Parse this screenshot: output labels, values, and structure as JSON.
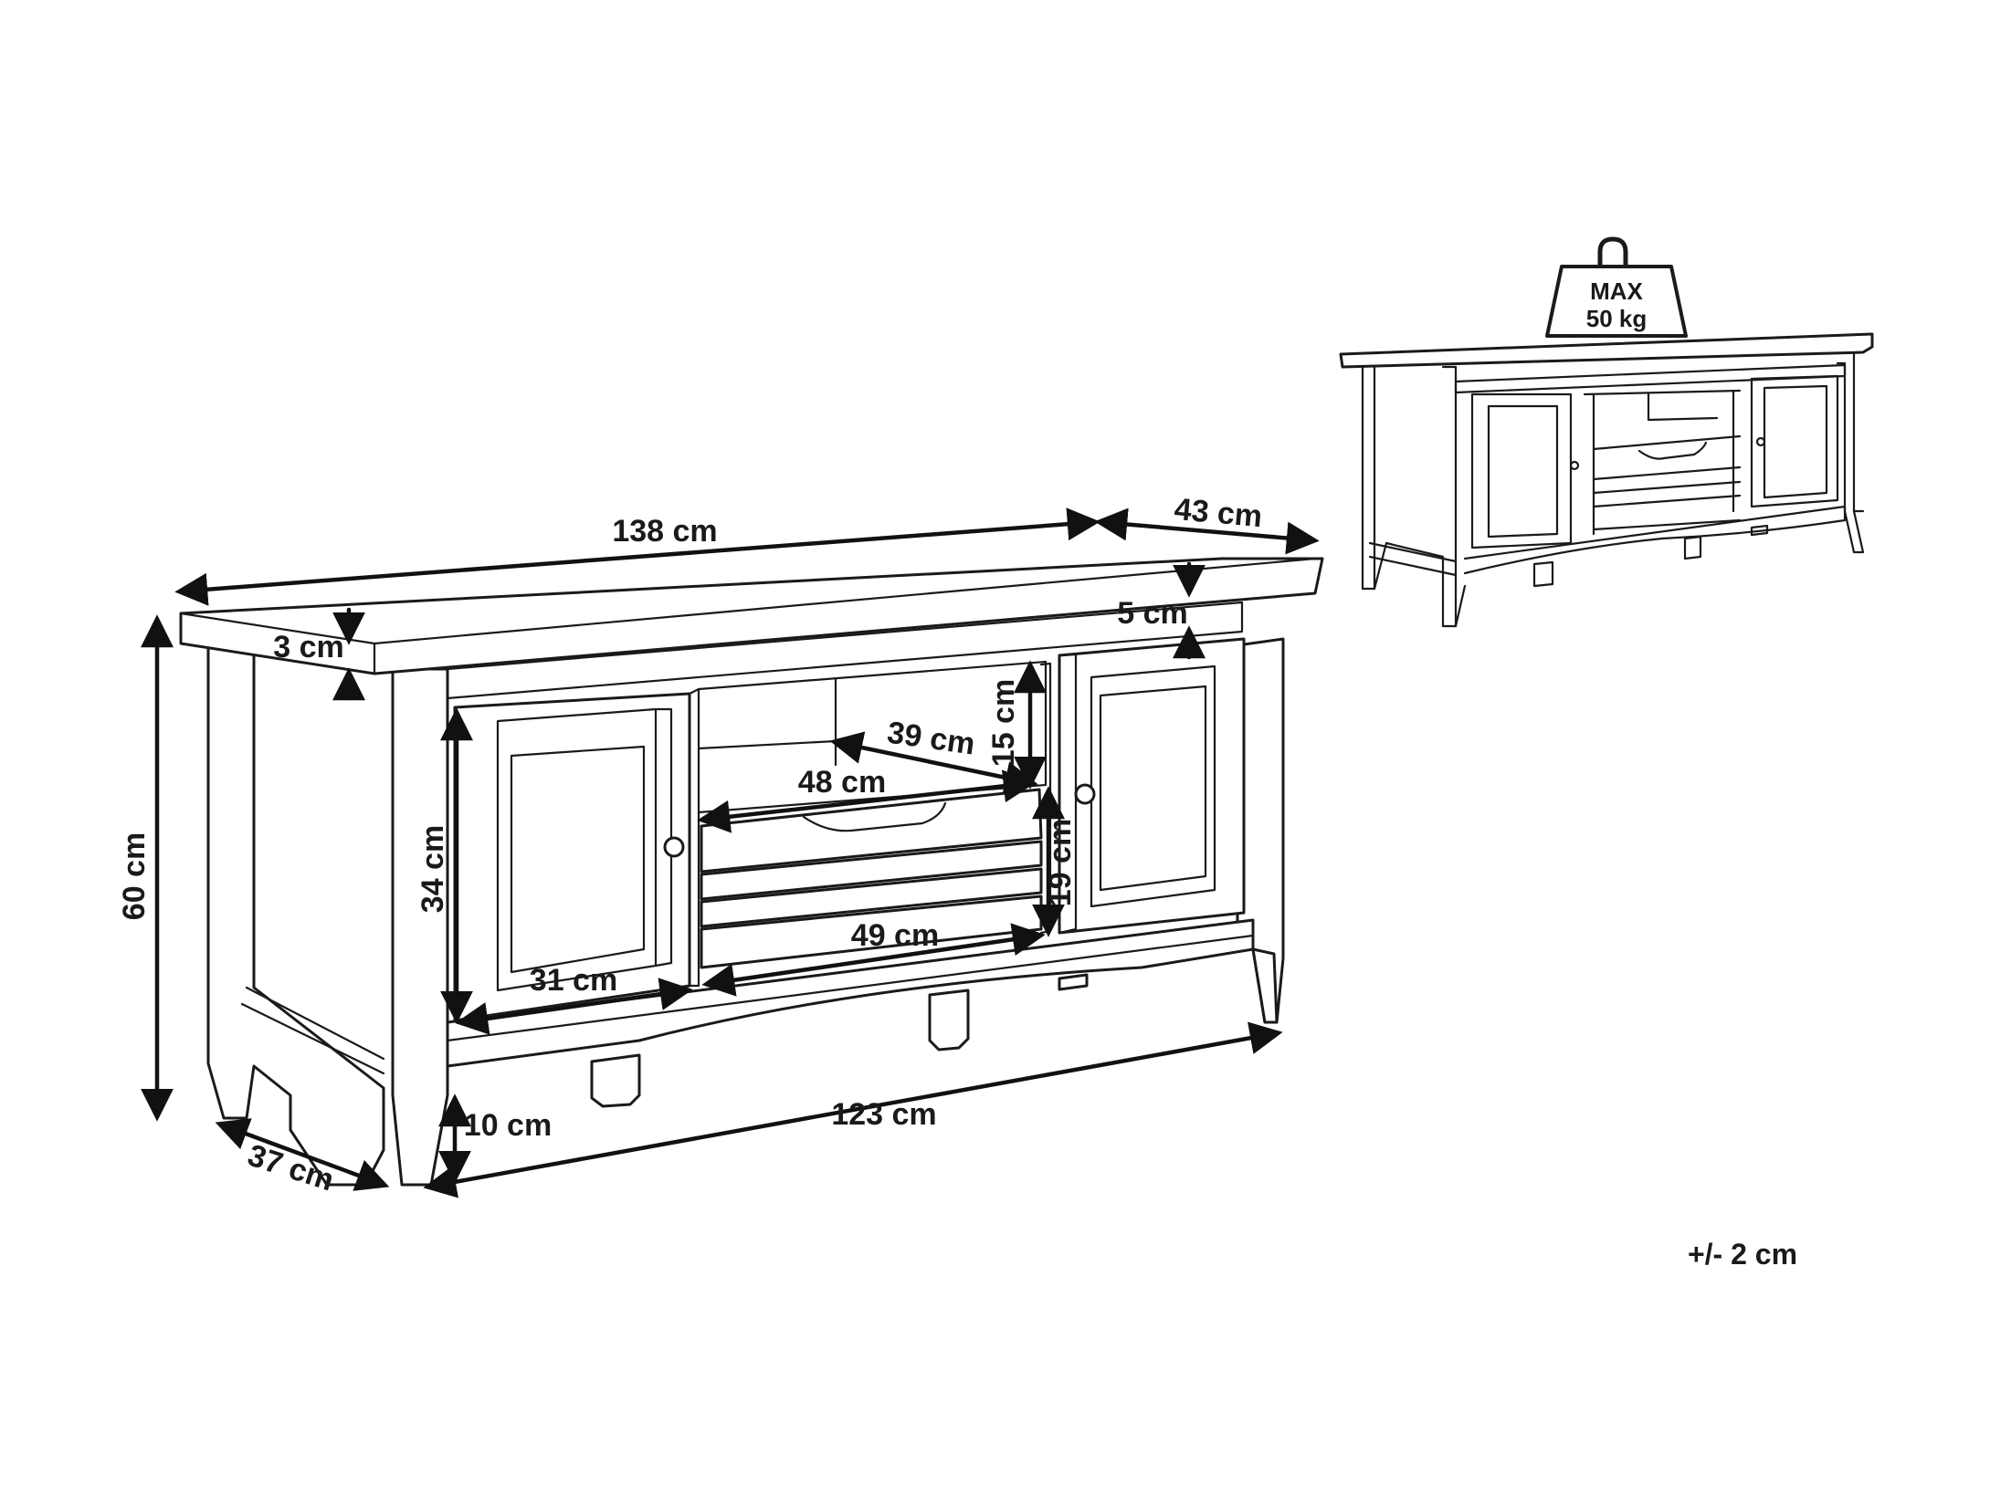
{
  "diagram": {
    "dimensions": {
      "width": "138 cm",
      "depth": "43 cm",
      "height": "60 cm",
      "top_thickness": "3 cm",
      "top_overhang": "5 cm",
      "open_shelf_height": "15 cm",
      "shelf_depth": "39 cm",
      "drawer_width": "48 cm",
      "drawer_height": "19 cm",
      "compartment_width": "49 cm",
      "cabinet_height": "34 cm",
      "cabinet_width": "31 cm",
      "leg_height": "10 cm",
      "inner_width": "123 cm",
      "base_depth": "37 cm"
    },
    "load": {
      "line1": "MAX",
      "line2": "50 kg"
    },
    "tolerance": "+/- 2 cm"
  }
}
